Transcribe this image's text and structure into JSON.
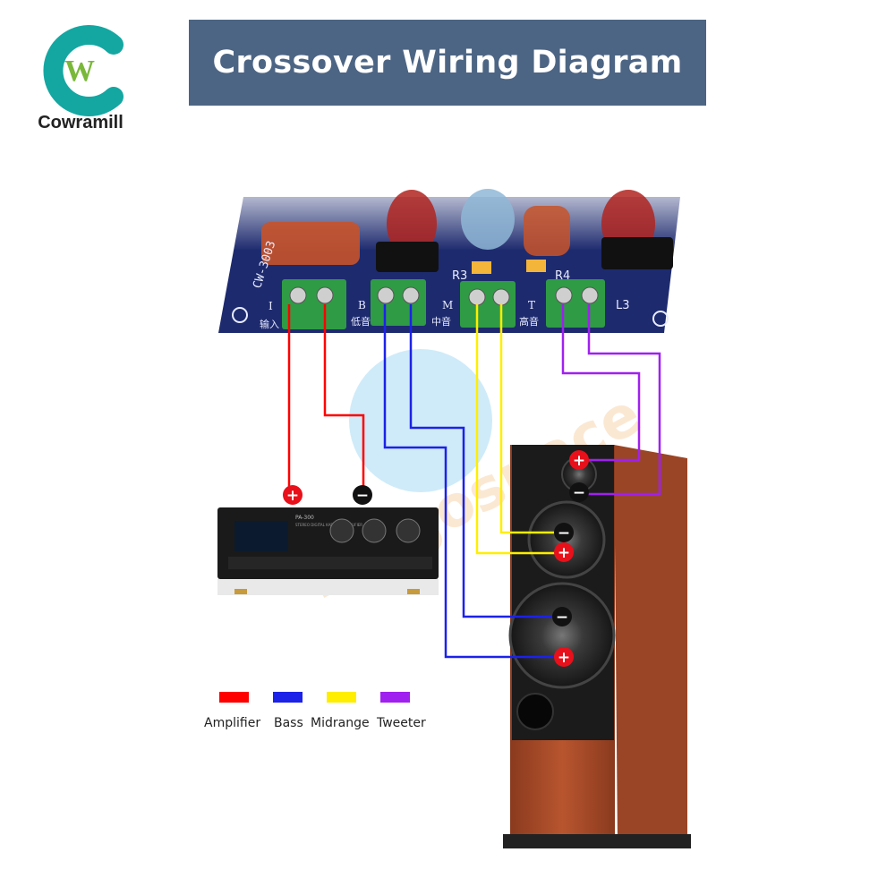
{
  "brand": {
    "name": "Cowramill",
    "logo_letters": "W"
  },
  "title": "Crossover Wiring Diagram",
  "colors": {
    "title_bar": "#4d6584",
    "logo_teal": "#14a7a2",
    "logo_green": "#7ab83a",
    "amplifier": "#ff0000",
    "bass": "#1c22e8",
    "midrange": "#ffee00",
    "tweeter": "#a020f0",
    "board": "#1d2a6e",
    "terminal": "#2f9b45",
    "speaker_wood": "#a9492a",
    "speaker_face": "#1b1b1b"
  },
  "board": {
    "model": "CW-3003",
    "terminal_labels": [
      "I",
      "B",
      "M",
      "T"
    ],
    "terminal_subtitles": [
      "输入",
      "低音",
      "中音",
      "高音"
    ],
    "component_labels": [
      "R3",
      "R4",
      "L3"
    ]
  },
  "amplifier": {
    "model": "PA-300",
    "subtitle": "STEREO DIGITAL KARAOKE AMPLIFIER"
  },
  "watermark": "bingospace",
  "polarity": {
    "positive": "+",
    "negative": "−"
  },
  "legend": [
    {
      "label": "Amplifier",
      "color": "#ff0000"
    },
    {
      "label": "Bass",
      "color": "#1c22e8"
    },
    {
      "label": "Midrange",
      "color": "#ffee00"
    },
    {
      "label": "Tweeter",
      "color": "#a020f0"
    }
  ]
}
